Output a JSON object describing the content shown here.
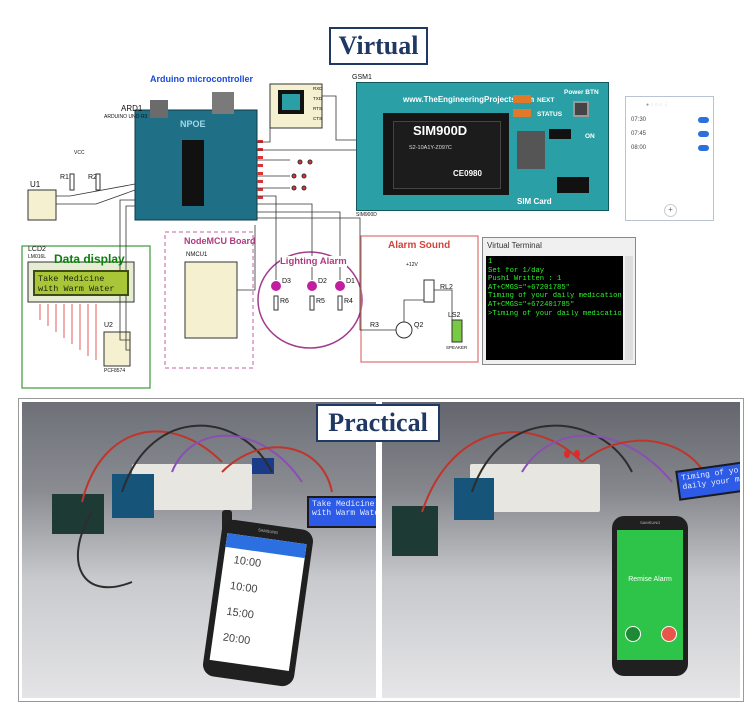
{
  "titles": {
    "virtual": "Virtual",
    "practical": "Practical"
  },
  "schematic": {
    "arduino_title": "Arduino microcontroller",
    "ard_ref": "ARD1",
    "ard_sub": "ARDUINO UNO R3",
    "nodemcu_title": "NodeMCU Board",
    "nodemcu_ref": "NMCU1",
    "lighting_title": "Lighting Alarm",
    "sound_title": "Alarm Sound",
    "display_title": "Data display",
    "lcd_ref": "LCD2",
    "lcd_sub": "LM016L",
    "rtc_ref": "U1",
    "expander_ref": "U2",
    "expander_sub": "PCF8574",
    "gsm_ref": "GSM1",
    "gsm_sub": "SIM900D",
    "lcd_lines": [
      "Take Medicine",
      "with Warm Water"
    ],
    "resistors": [
      "R1",
      "R2",
      "R3",
      "R4",
      "R5",
      "R6"
    ],
    "leds": [
      "D1",
      "D2",
      "D3"
    ],
    "sound_parts": {
      "relay": "RL2",
      "transistor": "Q2",
      "speaker": "LS2",
      "speaker_label": "SPEAKER",
      "vcc": "+12V"
    },
    "vcc": "VCC"
  },
  "gsm": {
    "url": "www.TheEngineeringProjects.com",
    "chip": "SIM900D",
    "code": "S2-10A1Y-Z097C",
    "model": "CE0980",
    "next": "NEXT",
    "status": "STATUS",
    "power": "Power BTN",
    "on": "ON",
    "sim": "SIM Card",
    "uart_pins": [
      "RXD",
      "TXD",
      "RTS",
      "CTS"
    ]
  },
  "terminal": {
    "title": "Virtual Terminal",
    "lines": [
      "1",
      "Set for 1/day",
      "Push1 Written : 1",
      "AT+CMGS=\"+67201785\"",
      "Timing of your daily medication!",
      "AT+CMGS=\"+672401785\"",
      ">Timing of your daily medication"
    ]
  },
  "phone_alarms": [
    {
      "time": "07:30"
    },
    {
      "time": "07:45"
    },
    {
      "time": "08:00"
    }
  ],
  "practical": {
    "left_lcd": [
      "Take Medicine",
      "with Warm Water"
    ],
    "right_lcd": [
      "Timing of yo",
      "daily your me"
    ],
    "left_brand": "SAMSUNG",
    "right_brand": "SAMSUNG",
    "left_alarm_times": [
      "10:00",
      "10:00",
      "15:00",
      "20:00"
    ],
    "right_alarm_label": "Remise Alarm"
  },
  "colors": {
    "title": "#1f3864",
    "gsm": "#2a9fa5",
    "lcd": "#a9c639",
    "alarm_green": "#2ec44a",
    "wire_red": "#c0352b"
  }
}
